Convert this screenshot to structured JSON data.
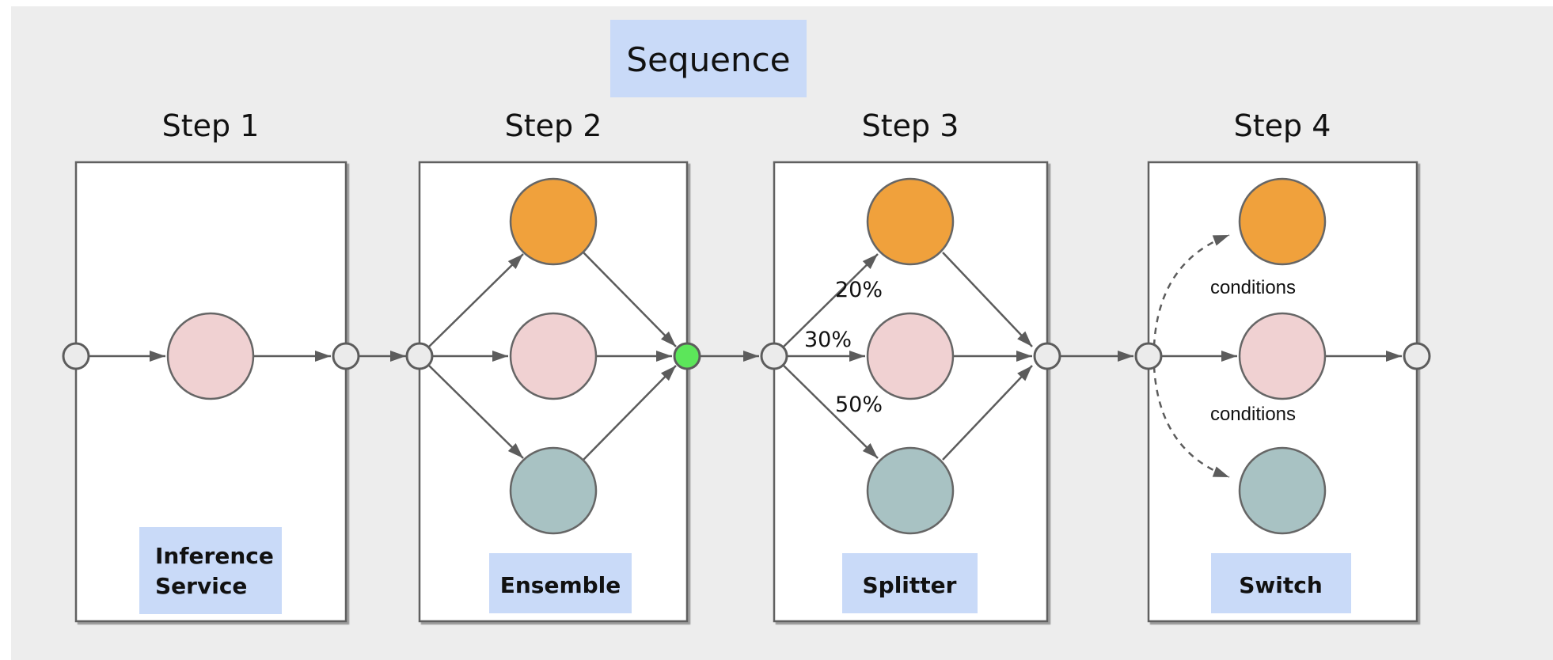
{
  "title": {
    "label": "Sequence"
  },
  "steps": [
    {
      "title": "Step 1",
      "label_line1": "Inference",
      "label_line2": "Service"
    },
    {
      "title": "Step 2",
      "label": "Ensemble"
    },
    {
      "title": "Step 3",
      "label": "Splitter",
      "branch_weights": [
        "20%",
        "30%",
        "50%"
      ]
    },
    {
      "title": "Step 4",
      "label": "Switch",
      "branch_conditions": [
        "conditions",
        "conditions"
      ]
    }
  ],
  "colors": {
    "canvas_bg": "#ededed",
    "box_bg": "#ffffff",
    "border": "#606060",
    "arrow": "#5c5c5c",
    "node_fill": "#ebebeb",
    "combiner_node_green": "#5ce65a",
    "model_orange": "#f0a13c",
    "model_pink": "#f0d1d2",
    "model_teal": "#a8c2c3",
    "label_bg": "#c9daf8"
  }
}
